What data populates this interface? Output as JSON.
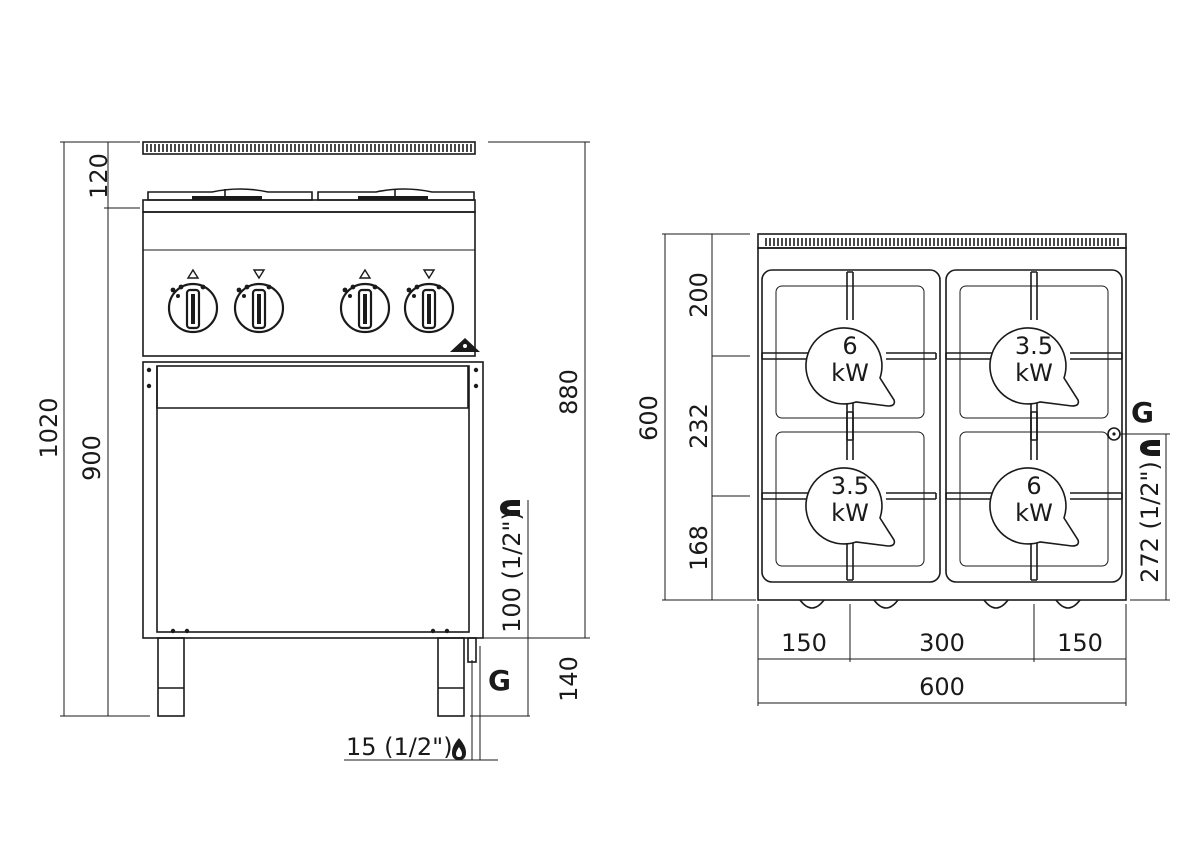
{
  "front_view": {
    "dims": {
      "total_height": "1020",
      "body_height": "900",
      "top_height": "120",
      "worktop_height": "880",
      "gas_inlet_height": "100 (1/2\")",
      "leg_height": "140",
      "gas_inlet_offset": "15 (1/2\")"
    },
    "gas_label": "G"
  },
  "top_view": {
    "dims": {
      "depth": "600",
      "row_front": "200",
      "row_middle": "232",
      "row_back": "168",
      "gas_side": "272 (1/2\")",
      "left_margin": "150",
      "center_distance": "300",
      "right_margin": "150",
      "width": "600"
    },
    "gas_label": "G",
    "burners": {
      "top_left": {
        "power": "6",
        "unit": "kW"
      },
      "top_right": {
        "power": "3.5",
        "unit": "kW"
      },
      "bottom_left": {
        "power": "3.5",
        "unit": "kW"
      },
      "bottom_right": {
        "power": "6",
        "unit": "kW"
      }
    }
  },
  "colors": {
    "line": "#1a1a1a",
    "background": "#ffffff"
  },
  "icons": [
    "gas-flame-icon",
    "gas-connector-icon",
    "ignition-indicator-icon"
  ]
}
